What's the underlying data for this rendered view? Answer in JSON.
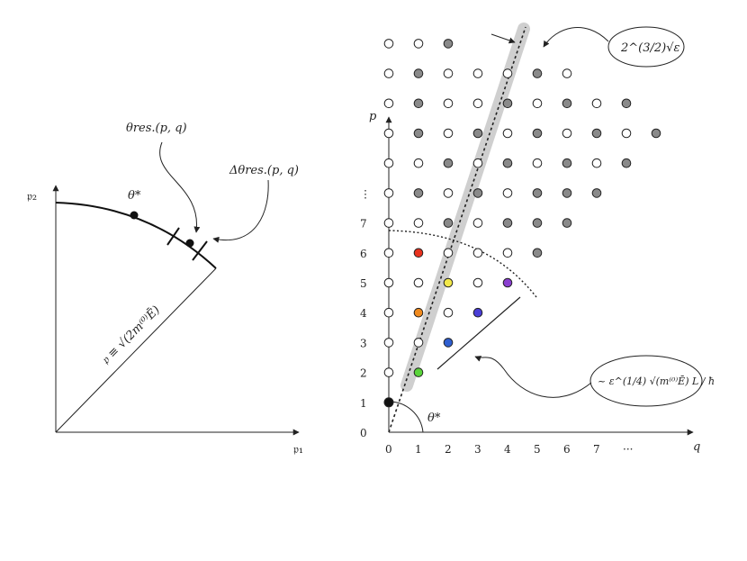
{
  "left_panel": {
    "axis_y_label": "𝔭₂",
    "axis_x_label": "𝔭₁",
    "radius_label": "𝔭 ≡ √(2m⁽⁰⁾Ē)",
    "theta_star_label": "θ*",
    "theta_res_label": "θres.(p, q)",
    "delta_theta_label": "Δθres.(p, q)"
  },
  "right_panel": {
    "axis_p_label": "p",
    "axis_q_label": "q",
    "p_ticks": [
      "0",
      "1",
      "2",
      "3",
      "4",
      "5",
      "6",
      "7",
      "⋮"
    ],
    "q_ticks": [
      "0",
      "1",
      "2",
      "3",
      "4",
      "5",
      "6",
      "7",
      "···"
    ],
    "theta_star_label": "θ*",
    "band_label": "2^(3/2)√ε",
    "width_label": "~ ε^(1/4) √(m⁽⁰⁾Ē) L / ħ",
    "colored_points": [
      {
        "q": 0,
        "p": 1,
        "color": "#111111"
      },
      {
        "q": 1,
        "p": 2,
        "color": "#5ad43a"
      },
      {
        "q": 2,
        "p": 3,
        "color": "#2f5fd0"
      },
      {
        "q": 1,
        "p": 4,
        "color": "#f08a1e"
      },
      {
        "q": 3,
        "p": 4,
        "color": "#4a3ed6"
      },
      {
        "q": 2,
        "p": 5,
        "color": "#f2e84a"
      },
      {
        "q": 4,
        "p": 5,
        "color": "#8a3fd0"
      },
      {
        "q": 1,
        "p": 6,
        "color": "#e8321e"
      }
    ],
    "gray_color": "#8a8a8a"
  }
}
